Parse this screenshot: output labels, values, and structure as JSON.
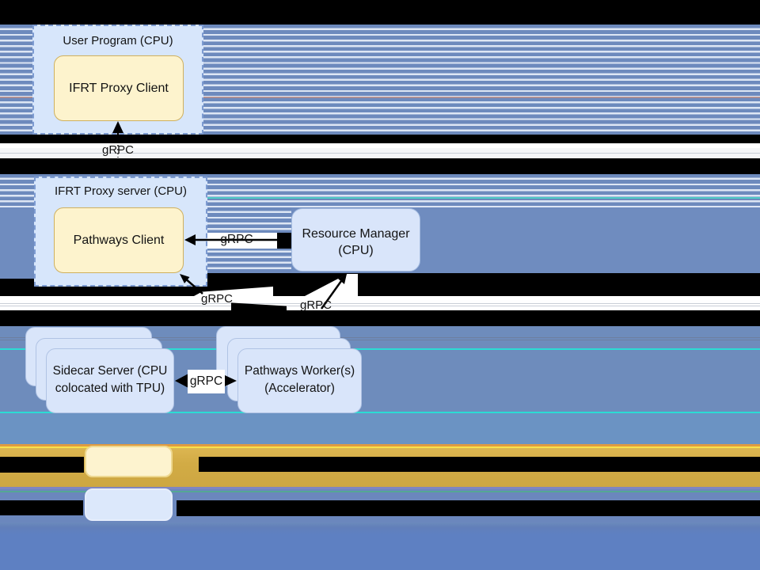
{
  "diagram": {
    "user_program": {
      "title": "User Program (CPU)",
      "inner": "IFRT Proxy Client"
    },
    "proxy_server": {
      "title": "IFRT Proxy server (CPU)",
      "inner": "Pathways Client"
    },
    "resource_manager": {
      "line1": "Resource Manager",
      "line2": "(CPU)"
    },
    "sidecar_stack": {
      "line1": "Sidecar Server (CPU",
      "line2": "colocated with TPU)"
    },
    "worker_stack": {
      "line1": "Pathways Worker(s)",
      "line2": "(Accelerator)"
    },
    "grpc_labels": {
      "client_proxy": "gRPC",
      "client_rm": "gRPC",
      "sidecar_uplink": "gRPC",
      "rm_uplink": "gRPC",
      "worker_link": "gRPC"
    }
  },
  "legend": {
    "yellow_swatch_color": "#fdf3cf",
    "blue_swatch_color": "#dce8fb",
    "row1_text_state": "redacted-black-glitch",
    "row2_text_state": "redacted-black-glitch"
  },
  "colors": {
    "stripe_blue": "#6d8abd",
    "stripe_light": "#dde6f4",
    "solid_blue": "#6f8cbf",
    "bottom_blue": "#5e80c2",
    "gold_band": "#d2ab45",
    "node_fill_blue": "#d9e5fa",
    "node_fill_yellow": "#fdf3cd",
    "node_border_yellow": "#cfb05e",
    "dashed_border": "#7d9bd1",
    "glitch_cyan": "#2bdcd4",
    "glitch_orange": "#e09b41",
    "glitch_teal": "#55a794"
  }
}
